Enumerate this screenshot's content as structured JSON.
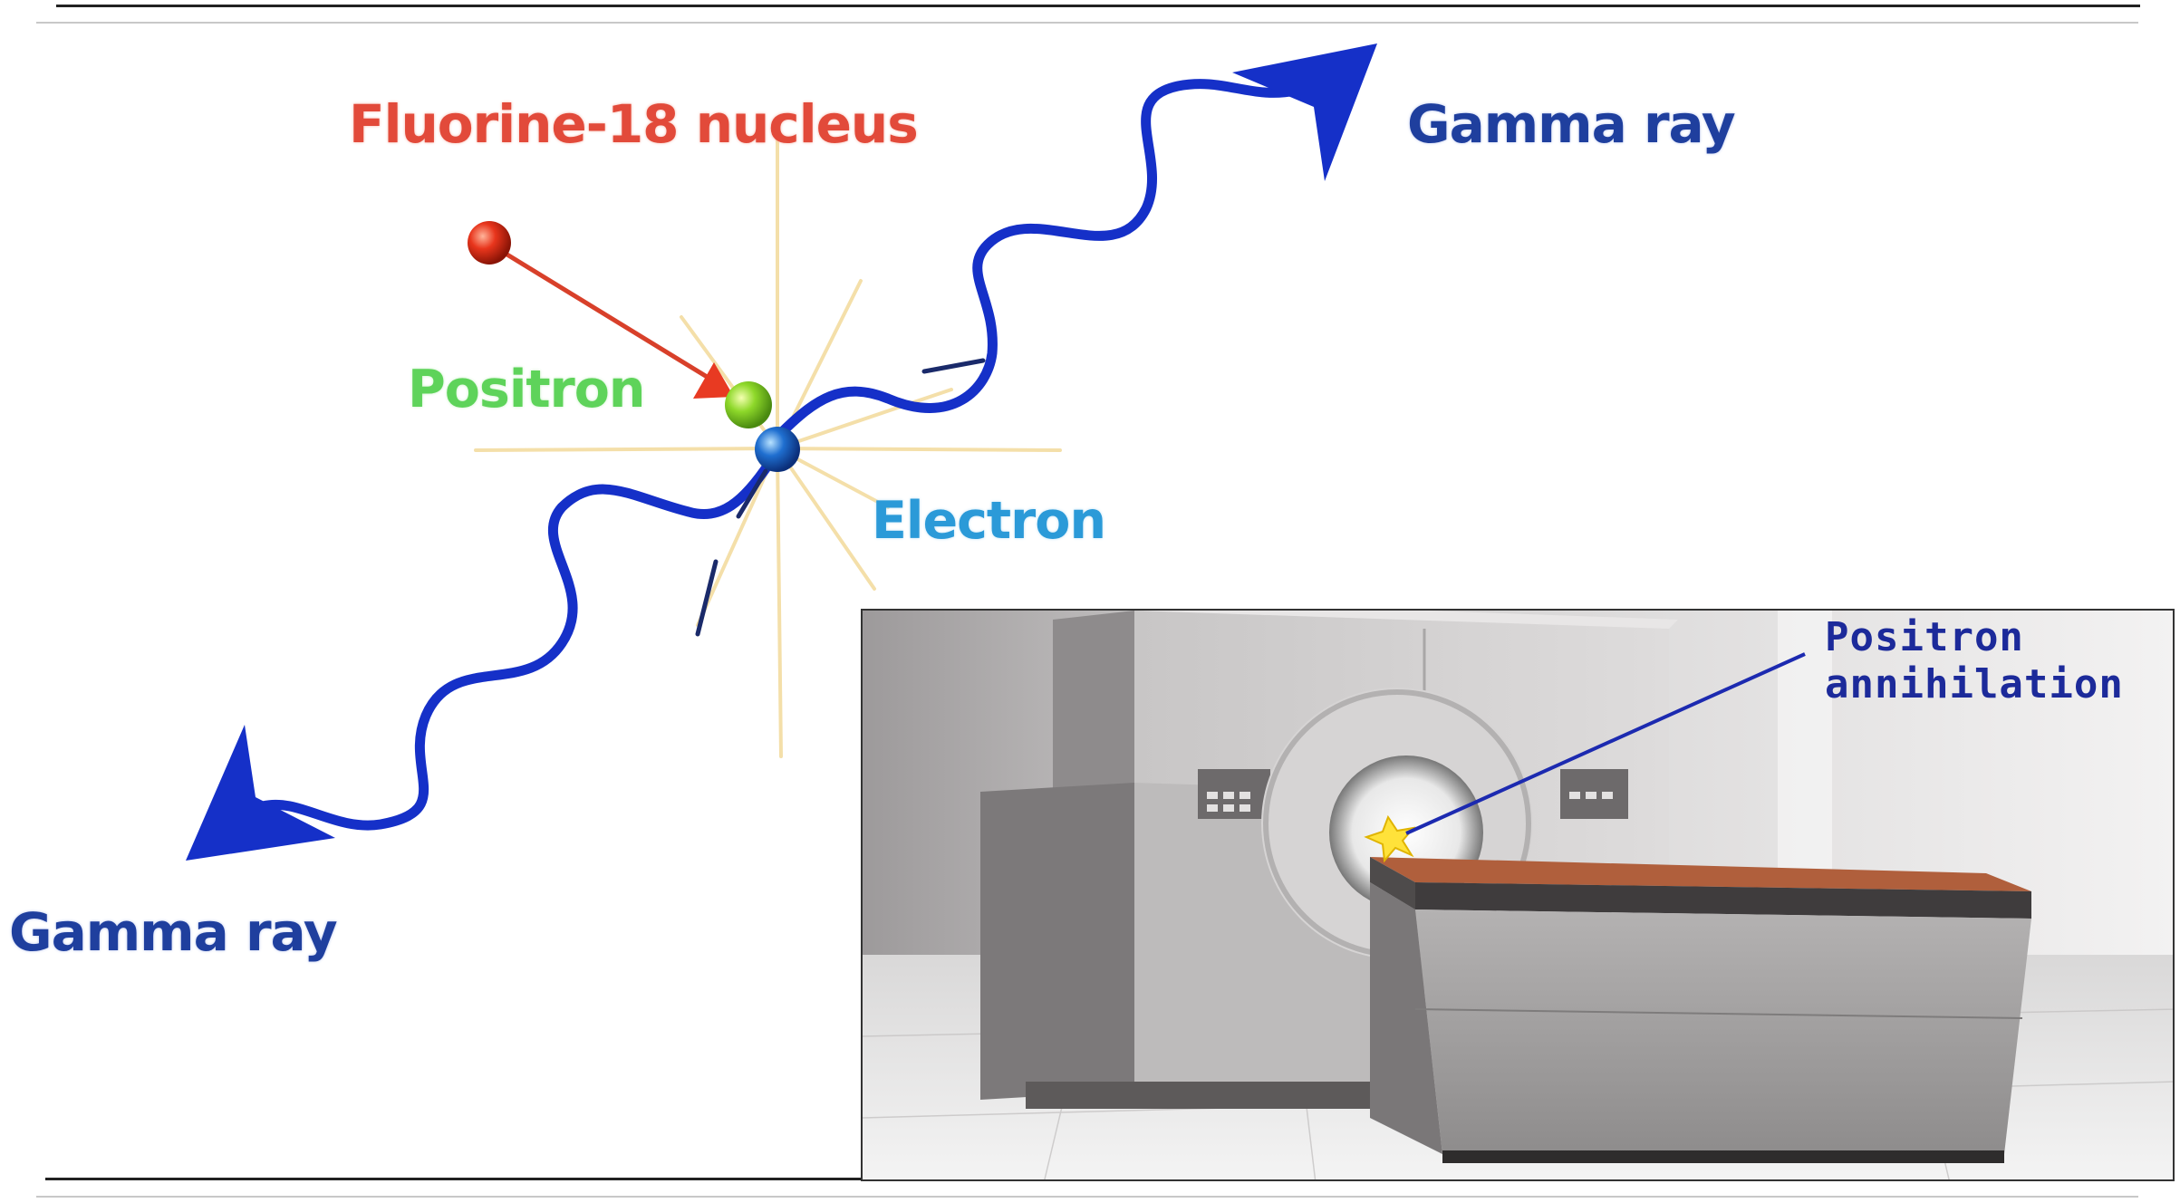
{
  "labels": {
    "fluorine_nucleus": "Fluorine-18 nucleus",
    "positron": "Positron",
    "electron": "Electron",
    "gamma_ray_top": "Gamma ray",
    "gamma_ray_bottom": "Gamma ray",
    "annihilation_line1": "Positron",
    "annihilation_line2": "annihilation"
  },
  "colors": {
    "fluorine": "#e24a3a",
    "positron": "#5ed35a",
    "electron": "#2b9ad8",
    "gamma": "#1f3f9e",
    "wave": "#1530c8",
    "annihilation_text": "#1c2a9a"
  },
  "icons": {
    "nucleus": "red-sphere-icon",
    "positron": "green-sphere-icon",
    "electron": "blue-sphere-icon",
    "burst": "starburst-icon",
    "flash": "yellow-star-icon"
  }
}
